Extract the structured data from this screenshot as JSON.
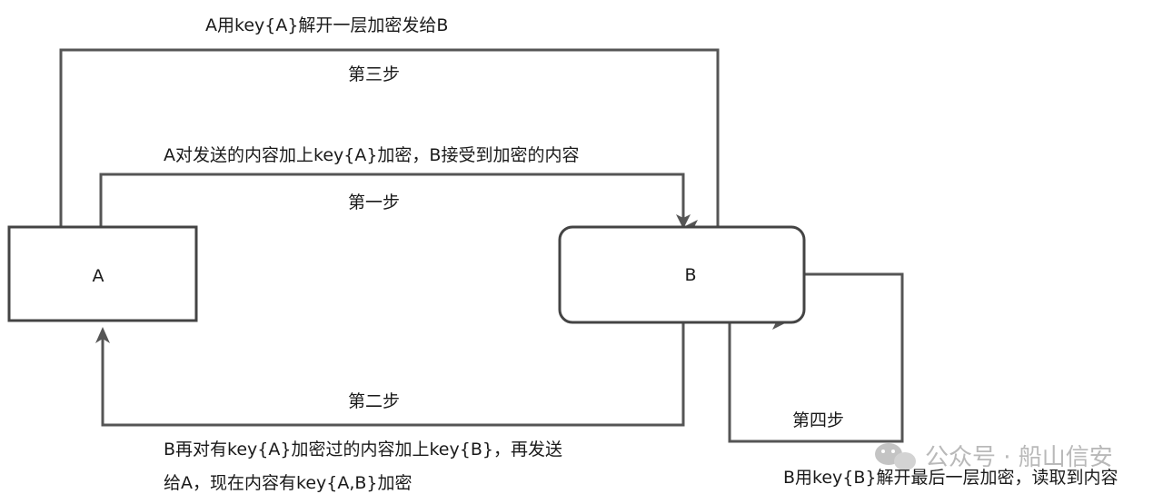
{
  "nodes": {
    "a": {
      "label": "A"
    },
    "b": {
      "label": "B"
    }
  },
  "steps": {
    "step1": {
      "title": "第一步",
      "description": "A对发送的内容加上key{A}加密，B接受到加密的内容"
    },
    "step2": {
      "title": "第二步",
      "description_line1": "B再对有key{A}加密过的内容加上key{B}，再发送",
      "description_line2": "给A，现在内容有key{A,B}加密"
    },
    "step3": {
      "title": "第三步",
      "description": "A用key{A}解开一层加密发给B"
    },
    "step4": {
      "title": "第四步",
      "description": "B用key{B}解开最后一层加密，读取到内容"
    }
  },
  "watermark": {
    "text": "公众号 · 船山信安"
  },
  "colors": {
    "line": "#555555",
    "node_border": "#444444",
    "text": "#1a1a1a",
    "watermark": "#b9b9b9"
  }
}
